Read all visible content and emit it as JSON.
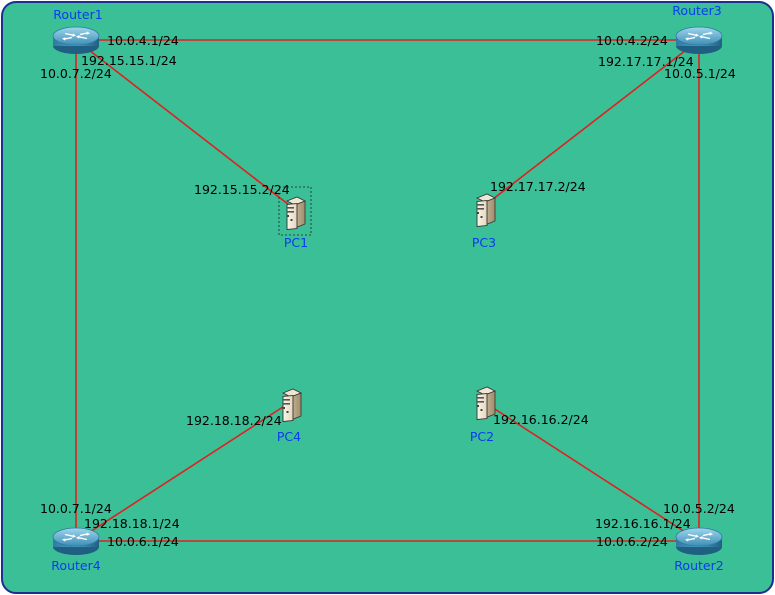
{
  "colors": {
    "background": "#3bbf97",
    "border": "#1a2f8f",
    "link": "#e02020",
    "node_label": "#0a3cf0",
    "ip_label": "#000000"
  },
  "nodes": {
    "router1": {
      "name": "Router1",
      "icon": "router-icon"
    },
    "router2": {
      "name": "Router2",
      "icon": "router-icon"
    },
    "router3": {
      "name": "Router3",
      "icon": "router-icon"
    },
    "router4": {
      "name": "Router4",
      "icon": "router-icon"
    },
    "pc1": {
      "name": "PC1",
      "icon": "pc-tower-icon"
    },
    "pc2": {
      "name": "PC2",
      "icon": "pc-tower-icon"
    },
    "pc3": {
      "name": "PC3",
      "icon": "pc-tower-icon"
    },
    "pc4": {
      "name": "PC4",
      "icon": "pc-tower-icon"
    }
  },
  "links": [
    {
      "from": "Router1",
      "to": "Router3",
      "from_ip": "10.0.4.1/24",
      "to_ip": "10.0.4.2/24"
    },
    {
      "from": "Router3",
      "to": "Router2",
      "from_ip": "10.0.5.1/24",
      "to_ip": "10.0.5.2/24"
    },
    {
      "from": "Router2",
      "to": "Router4",
      "from_ip": "10.0.6.2/24",
      "to_ip": "10.0.6.1/24"
    },
    {
      "from": "Router4",
      "to": "Router1",
      "from_ip": "10.0.7.1/24",
      "to_ip": "10.0.7.2/24"
    },
    {
      "from": "Router1",
      "to": "PC1",
      "from_ip": "192.15.15.1/24",
      "to_ip": "192.15.15.2/24"
    },
    {
      "from": "Router3",
      "to": "PC3",
      "from_ip": "192.17.17.1/24",
      "to_ip": "192.17.17.2/24"
    },
    {
      "from": "Router2",
      "to": "PC2",
      "from_ip": "192.16.16.1/24",
      "to_ip": "192.16.16.2/24"
    },
    {
      "from": "Router4",
      "to": "PC4",
      "from_ip": "192.18.18.1/24",
      "to_ip": "192.18.18.2/24"
    }
  ],
  "selected_node": "PC1"
}
